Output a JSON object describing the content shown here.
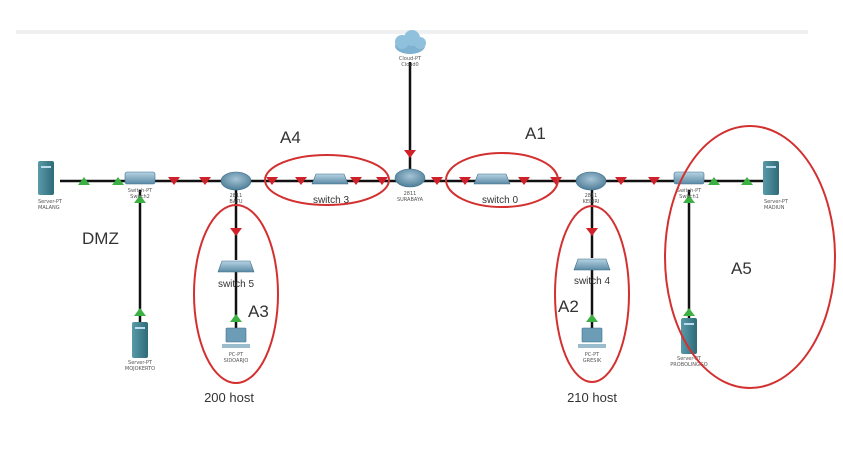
{
  "colors": {
    "accent": "#d0212a",
    "link": "#111111",
    "up": "#3cb043",
    "down": "#d0212a",
    "circle": "#d33030"
  },
  "devices": {
    "cloud": {
      "model": "Cloud-PT",
      "name": "Cloud0"
    },
    "r_surabaya": {
      "model": "2811",
      "name": "SURABAYA"
    },
    "r_batu": {
      "model": "2811",
      "name": "BATU"
    },
    "r_kediri": {
      "model": "2811",
      "name": "KEDIRI"
    },
    "sw_left": {
      "model": "Switch-PT",
      "name": "Switch2"
    },
    "sw_right": {
      "model": "Switch-PT",
      "name": "Switch1"
    },
    "srv_malang": {
      "model": "Server-PT",
      "name": "MALANG"
    },
    "srv_mojokerto": {
      "model": "Server-PT",
      "name": "MOJOKERTO"
    },
    "srv_madiun": {
      "model": "Server-PT",
      "name": "MADIUN"
    },
    "srv_probolinggo": {
      "model": "Server-PT",
      "name": "PROBOLINGGO"
    },
    "pc_sidoarjo": {
      "model": "PC-PT",
      "name": "SIDOARJO"
    },
    "pc_gresik": {
      "model": "PC-PT",
      "name": "GRESIK"
    }
  },
  "switch_labels": {
    "s3": "switch 3",
    "s0": "switch 0",
    "s5": "switch 5",
    "s4": "switch 4"
  },
  "areas": {
    "a1": "A1",
    "a2": "A2",
    "a3": "A3",
    "a4": "A4",
    "a5": "A5",
    "dmz": "DMZ"
  },
  "hosts": {
    "left": "200 host",
    "right": "210 host"
  }
}
